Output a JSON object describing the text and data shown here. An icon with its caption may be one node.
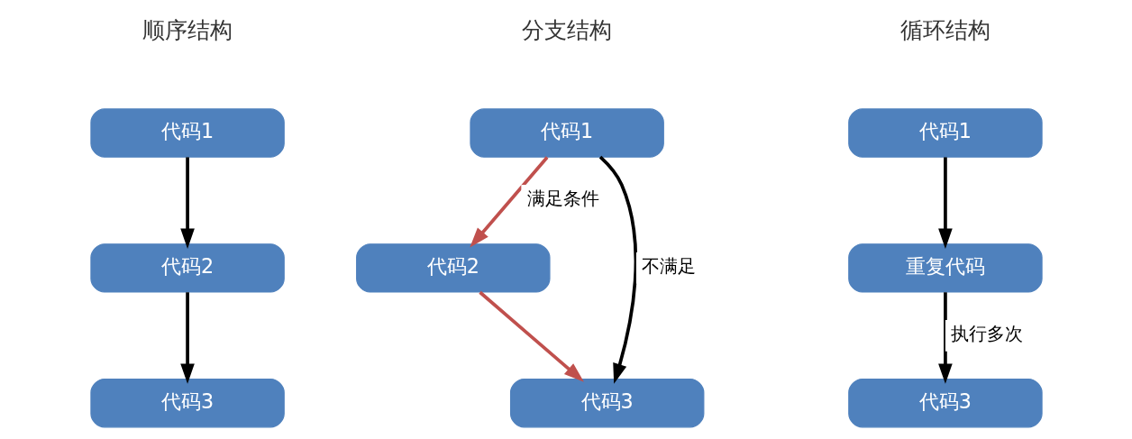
{
  "diagram": {
    "nodes": [
      {
        "text": [
          "代码1"
        ]
      },
      {
        "text": [
          "代码2"
        ]
      },
      {
        "text": [
          "代码3"
        ]
      },
      {
        "text": [
          "代码1"
        ]
      },
      {
        "text": [
          "代码2"
        ]
      },
      {
        "text": [
          "代码3"
        ]
      },
      {
        "text": [
          "代码1"
        ]
      },
      {
        "text": [
          "重复代码"
        ]
      },
      {
        "text": [
          "代码3"
        ]
      }
    ],
    "edges": [
      {
        "from": 0,
        "to": 1,
        "arrow": "to"
      },
      {
        "from": 1,
        "to": 2,
        "arrow": "to"
      },
      {
        "from": 3,
        "to": 4,
        "arrow": "to",
        "label": "满足条件",
        "color": "#c0504d"
      },
      {
        "from": 3,
        "to": 5,
        "arrow": "to",
        "label": "不满足"
      },
      {
        "from": 4,
        "to": 5,
        "arrow": "to",
        "color": "#c0504d"
      },
      {
        "from": 6,
        "to": 7,
        "arrow": "to"
      },
      {
        "from": 7,
        "to": 8,
        "arrow": "to",
        "label": "执行多次"
      }
    ],
    "labels": [
      "顺序结构",
      "分支结构",
      "循环结构"
    ]
  }
}
